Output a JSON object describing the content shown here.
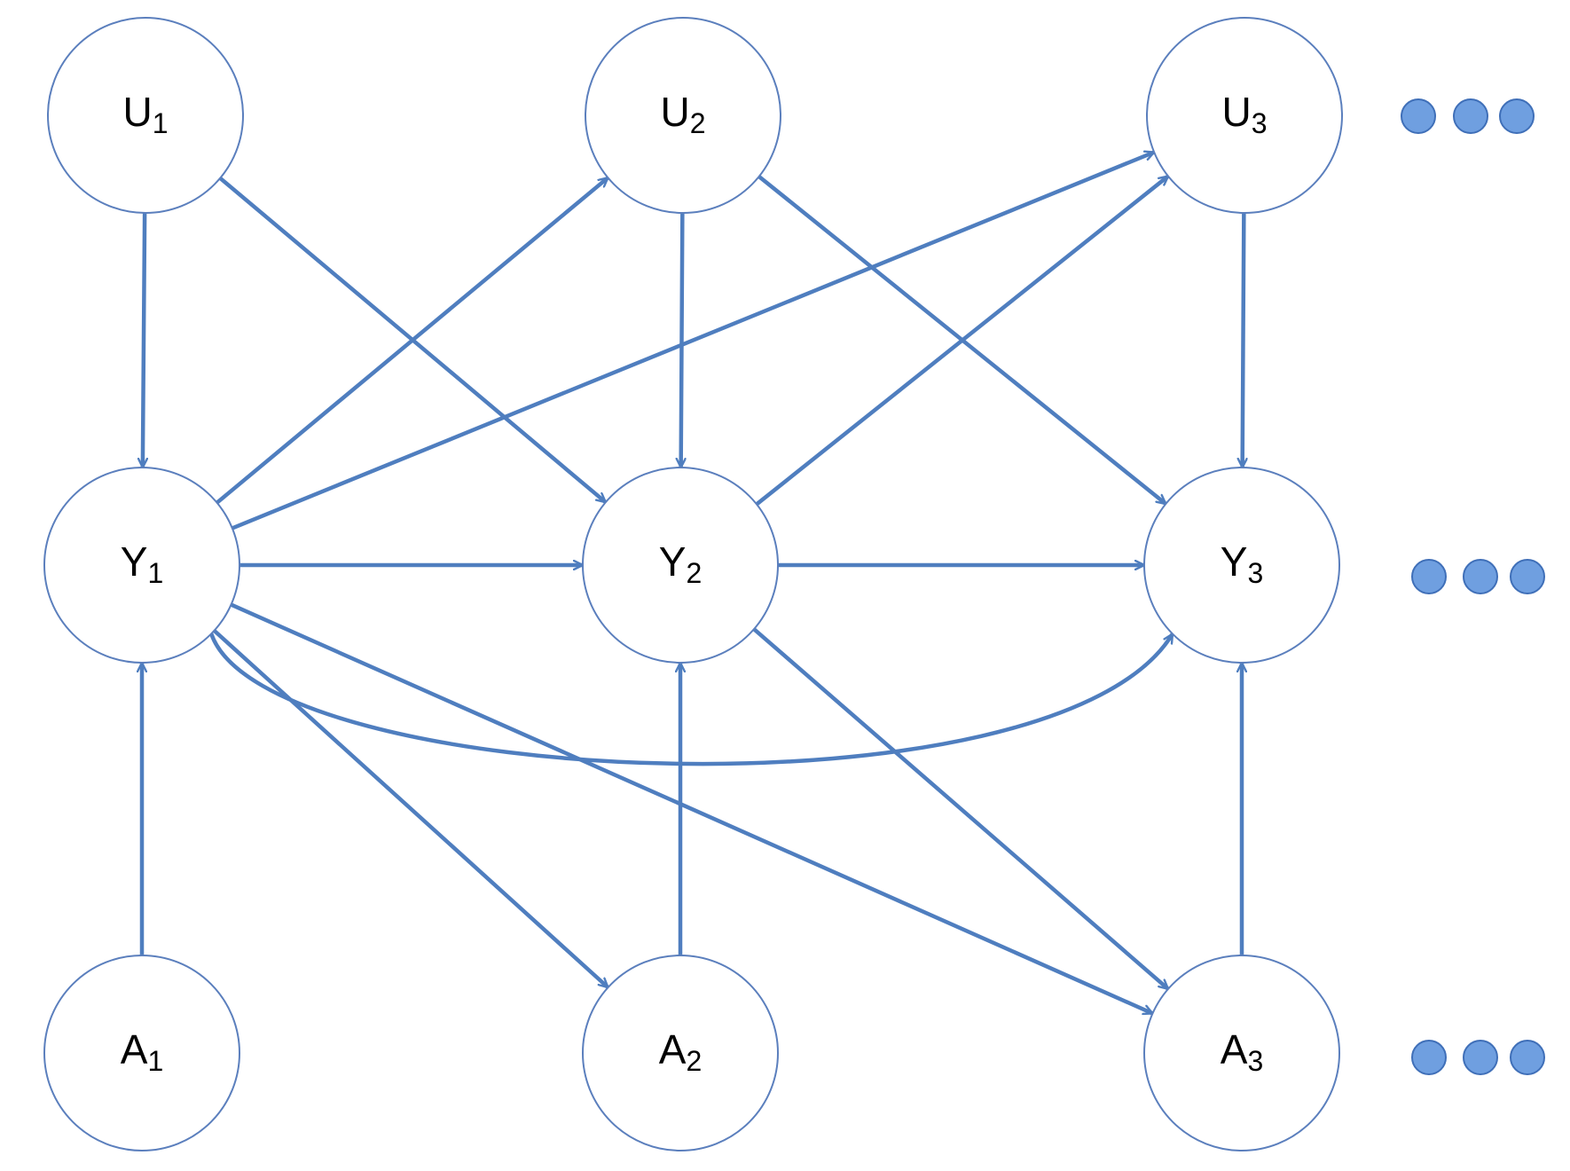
{
  "colors": {
    "edge": "#4f7ebf",
    "node_stroke": "#5b7fbd",
    "node_fill": "#ffffff",
    "dot_fill": "#6f9fe0",
    "dot_stroke": "#3f6fb8"
  },
  "nodes": [
    {
      "id": "U1",
      "letter": "U",
      "sub": "1"
    },
    {
      "id": "U2",
      "letter": "U",
      "sub": "2"
    },
    {
      "id": "U3",
      "letter": "U",
      "sub": "3"
    },
    {
      "id": "Y1",
      "letter": "Y",
      "sub": "1"
    },
    {
      "id": "Y2",
      "letter": "Y",
      "sub": "2"
    },
    {
      "id": "Y3",
      "letter": "Y",
      "sub": "3"
    },
    {
      "id": "A1",
      "letter": "A",
      "sub": "1"
    },
    {
      "id": "A2",
      "letter": "A",
      "sub": "2"
    },
    {
      "id": "A3",
      "letter": "A",
      "sub": "3"
    }
  ],
  "edges": [
    {
      "from": "U1",
      "to": "Y1"
    },
    {
      "from": "U1",
      "to": "Y2"
    },
    {
      "from": "U2",
      "to": "Y2"
    },
    {
      "from": "U2",
      "to": "Y3"
    },
    {
      "from": "U3",
      "to": "Y3"
    },
    {
      "from": "Y1",
      "to": "U2"
    },
    {
      "from": "Y1",
      "to": "U3"
    },
    {
      "from": "Y2",
      "to": "U3"
    },
    {
      "from": "Y1",
      "to": "Y2"
    },
    {
      "from": "Y2",
      "to": "Y3"
    },
    {
      "from": "Y1",
      "to": "Y3",
      "curved": true
    },
    {
      "from": "Y1",
      "to": "A2"
    },
    {
      "from": "Y1",
      "to": "A3"
    },
    {
      "from": "Y2",
      "to": "A3"
    },
    {
      "from": "A1",
      "to": "Y1"
    },
    {
      "from": "A2",
      "to": "Y2"
    },
    {
      "from": "A3",
      "to": "Y3"
    }
  ],
  "continuation_rows": [
    "U",
    "Y",
    "A"
  ]
}
